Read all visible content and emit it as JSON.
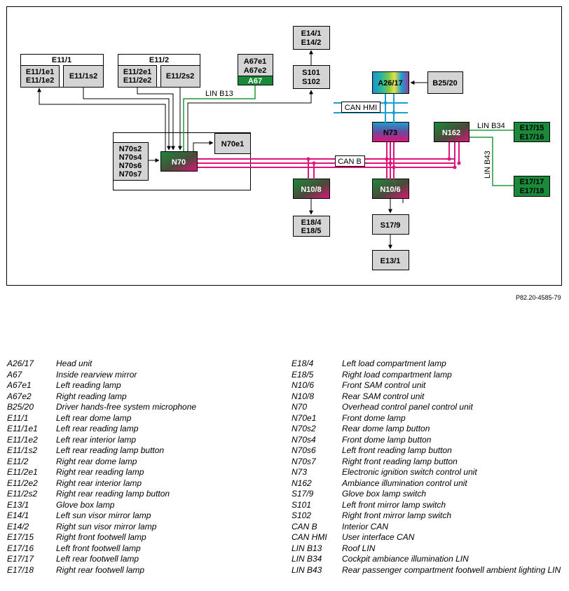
{
  "doc_ref": "P82.20-4585-79",
  "boxes": {
    "e11_1": "E11/1",
    "e11_1e1": "E11/1e1",
    "e11_1e2": "E11/1e2",
    "e11_1s2": "E11/1s2",
    "e11_2": "E11/2",
    "e11_2e1": "E11/2e1",
    "e11_2e2": "E11/2e2",
    "e11_2s2": "E11/2s2",
    "a67e1": "A67e1",
    "a67e2": "A67e2",
    "a67": "A67",
    "e14_1": "E14/1",
    "e14_2": "E14/2",
    "s101": "S101",
    "s102": "S102",
    "a26_17": "A26/17",
    "b25_20": "B25/20",
    "n73": "N73",
    "n162": "N162",
    "e17_15": "E17/15",
    "e17_16": "E17/16",
    "e17_17": "E17/17",
    "e17_18": "E17/18",
    "n70": "N70",
    "n70e1": "N70e1",
    "n70s2": "N70s2",
    "n70s4": "N70s4",
    "n70s6": "N70s6",
    "n70s7": "N70s7",
    "n10_8": "N10/8",
    "n10_6": "N10/6",
    "e18_4": "E18/4",
    "e18_5": "E18/5",
    "s17_9": "S17/9",
    "e13_1": "E13/1"
  },
  "buses": {
    "lin_b13": "LIN B13",
    "can_hmi": "CAN HMI",
    "can_b": "CAN B",
    "lin_b34": "LIN B34",
    "lin_b43": "LIN B43"
  },
  "colors": {
    "can_b": "#e0137a",
    "can_hmi": "#1a9fd0",
    "lin": "#1e9a3c",
    "box_gray": "#d4d4d4",
    "box_green": "#1a8a3a"
  },
  "legend_left": [
    {
      "code": "A26/17",
      "desc": "Head unit"
    },
    {
      "code": "A67",
      "desc": "Inside rearview mirror"
    },
    {
      "code": "A67e1",
      "desc": "Left reading lamp"
    },
    {
      "code": "A67e2",
      "desc": "Right reading lamp"
    },
    {
      "code": "B25/20",
      "desc": "Driver hands-free system microphone"
    },
    {
      "code": "E11/1",
      "desc": "Left rear dome lamp"
    },
    {
      "code": "E11/1e1",
      "desc": "Left rear reading lamp"
    },
    {
      "code": "E11/1e2",
      "desc": "Left rear interior lamp"
    },
    {
      "code": "E11/1s2",
      "desc": "Left rear reading lamp button"
    },
    {
      "code": "E11/2",
      "desc": "Right rear dome lamp"
    },
    {
      "code": "E11/2e1",
      "desc": "Right rear reading lamp"
    },
    {
      "code": "E11/2e2",
      "desc": "Right rear interior lamp"
    },
    {
      "code": "E11/2s2",
      "desc": "Right rear reading lamp button"
    },
    {
      "code": "E13/1",
      "desc": "Glove box lamp"
    },
    {
      "code": "E14/1",
      "desc": "Left sun visor mirror lamp"
    },
    {
      "code": "E14/2",
      "desc": "Right sun visor mirror lamp"
    },
    {
      "code": "E17/15",
      "desc": "Right front footwell lamp"
    },
    {
      "code": "E17/16",
      "desc": "Left front footwell lamp"
    },
    {
      "code": "E17/17",
      "desc": "Left rear footwell lamp"
    },
    {
      "code": "E17/18",
      "desc": "Right rear footwell lamp"
    }
  ],
  "legend_right": [
    {
      "code": "E18/4",
      "desc": "Left load compartment lamp"
    },
    {
      "code": "E18/5",
      "desc": "Right load compartment lamp"
    },
    {
      "code": "N10/6",
      "desc": "Front SAM control unit"
    },
    {
      "code": "N10/8",
      "desc": "Rear SAM control unit"
    },
    {
      "code": "N70",
      "desc": "Overhead control panel control unit"
    },
    {
      "code": "N70e1",
      "desc": "Front dome lamp"
    },
    {
      "code": "N70s2",
      "desc": "Rear dome lamp button"
    },
    {
      "code": "N70s4",
      "desc": "Front dome lamp button"
    },
    {
      "code": "N70s6",
      "desc": "Left front reading lamp button"
    },
    {
      "code": "N70s7",
      "desc": "Right front reading lamp button"
    },
    {
      "code": "N73",
      "desc": "Electronic ignition switch control unit"
    },
    {
      "code": "N162",
      "desc": "Ambiance illumination control unit"
    },
    {
      "code": "S17/9",
      "desc": "Glove box lamp switch"
    },
    {
      "code": "S101",
      "desc": "Left front mirror lamp switch"
    },
    {
      "code": "S102",
      "desc": "Right front mirror lamp switch"
    },
    {
      "code": "CAN B",
      "desc": "Interior CAN"
    },
    {
      "code": "CAN HMI",
      "desc": "User interface CAN"
    },
    {
      "code": "LIN B13",
      "desc": "Roof LIN"
    },
    {
      "code": "LIN B34",
      "desc": "Cockpit ambiance illumination LIN"
    },
    {
      "code": "LIN B43",
      "desc": "Rear passenger compartment footwell ambient lighting LIN"
    }
  ]
}
